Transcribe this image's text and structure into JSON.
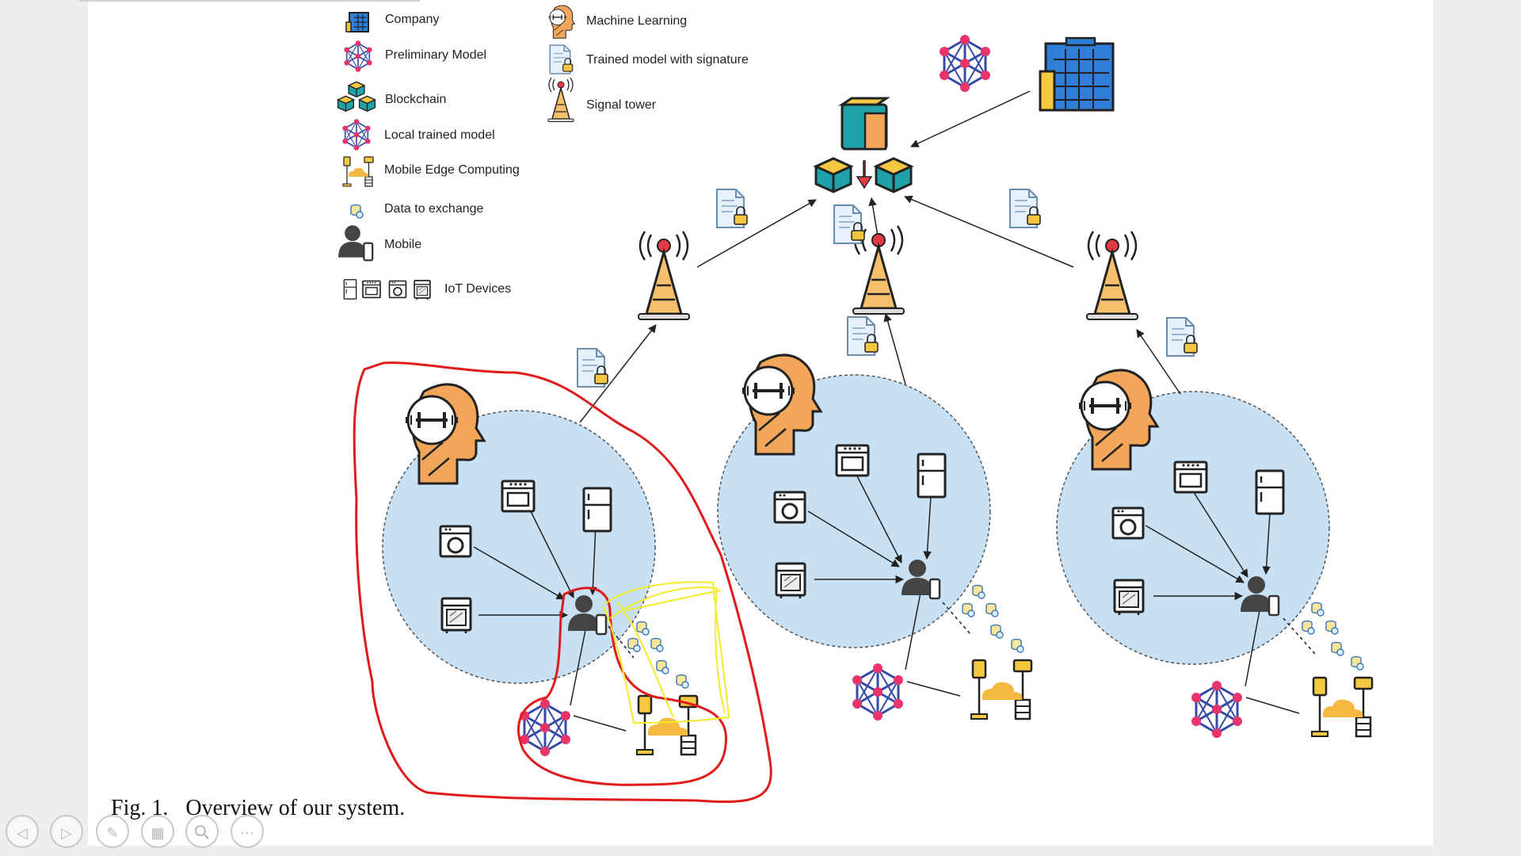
{
  "legend": {
    "company": "Company",
    "preliminary_model": "Preliminary Model",
    "blockchain": "Blockchain",
    "local_trained_model": "Local trained model",
    "mobile_edge_computing": "Mobile Edge Computing",
    "data_to_exchange": "Data to exchange",
    "mobile": "Mobile",
    "iot_devices": "IoT Devices",
    "machine_learning": "Machine Learning",
    "trained_model_signature": "Trained model with signature",
    "signal_tower": "Signal tower"
  },
  "caption": {
    "fig": "Fig. 1.",
    "text": "Overview of our system."
  },
  "controls": {
    "prev_icon": "chevron-left-icon",
    "next_icon": "chevron-right-icon",
    "pen_icon": "pen-icon",
    "slides_icon": "slides-icon",
    "zoom_icon": "magnifier-icon",
    "more_icon": "more-icon"
  },
  "colors": {
    "cluster_fill": "#c8e0f4",
    "annotation_red": "#e01b1b",
    "annotation_yellow": "#f2ec2a",
    "model_node": "#e8336b",
    "model_edge": "#3549a8",
    "head": "#f2a65a",
    "building": "#2f7ed8",
    "cloud": "#f5b942"
  }
}
